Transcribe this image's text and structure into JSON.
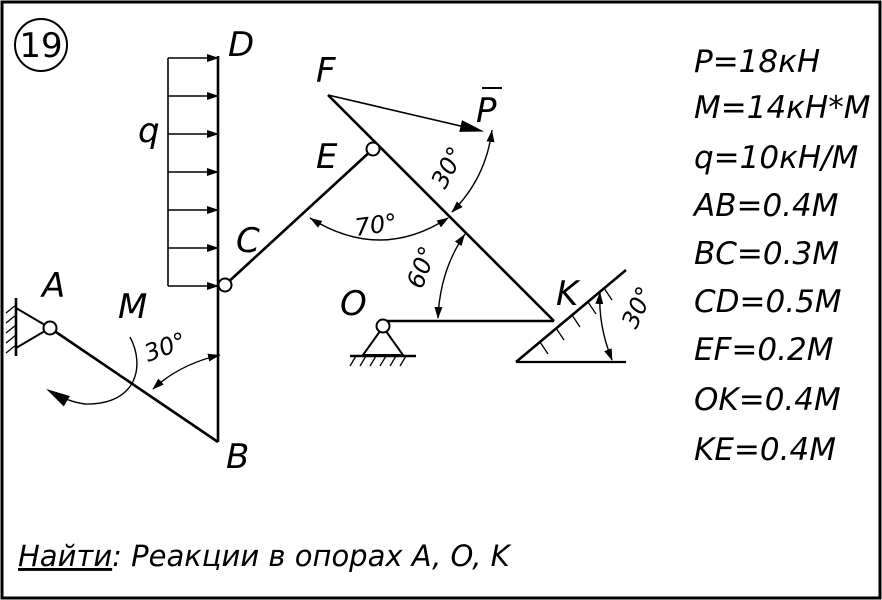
{
  "problem_number": "19",
  "points": {
    "A": "A",
    "B": "B",
    "C": "C",
    "D": "D",
    "E": "E",
    "F": "F",
    "K": "K",
    "O": "O",
    "M": "M",
    "q": "q",
    "P": "P"
  },
  "angles": {
    "bm": "30°",
    "ce": "70°",
    "fp": "30°",
    "ok": "60°",
    "k": "30°"
  },
  "given": [
    "P=18кН",
    "M=14кН*М",
    "q=10кН/М",
    "AB=0.4М",
    "BC=0.3М",
    "CD=0.5М",
    "EF=0.2М",
    "OK=0.4М",
    "KE=0.4М"
  ],
  "task": {
    "label": "Найти",
    "text": ": Реакции в опорах A, O, K"
  }
}
